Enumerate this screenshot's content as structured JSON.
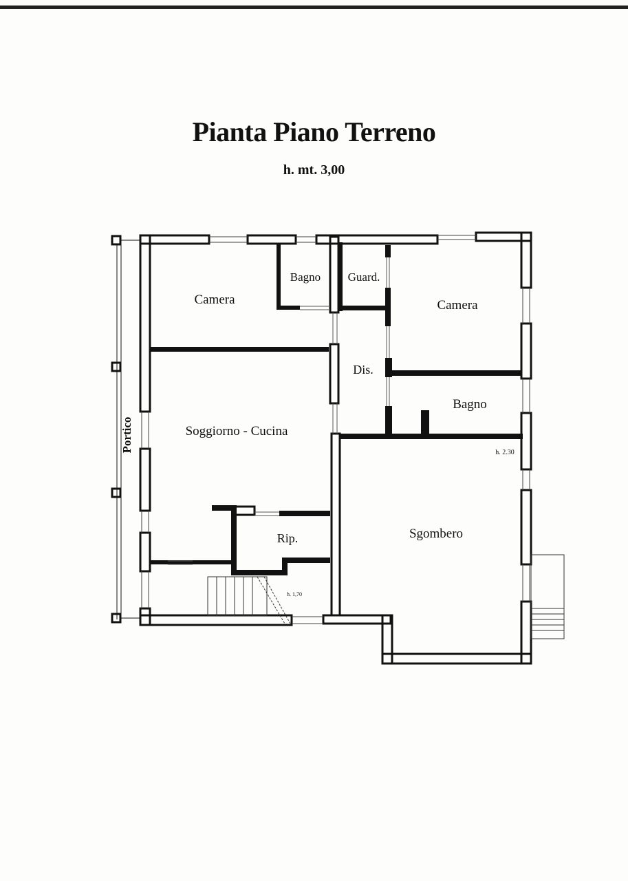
{
  "title": "Pianta Piano Terreno",
  "subtitle": "h. mt. 3,00",
  "rooms": {
    "camera_left": "Camera",
    "bagno_top": "Bagno",
    "guardaroba": "Guard.",
    "camera_right": "Camera",
    "disimpegno": "Dis.",
    "bagno_right": "Bagno",
    "soggiorno_cucina": "Soggiorno - Cucina",
    "ripostiglio": "Rip.",
    "sgombero": "Sgombero",
    "portico": "Portico"
  },
  "heights": {
    "sgombero": "h. 2.30",
    "stair_area": "h. 1,70"
  },
  "colors": {
    "ink": "#111111",
    "paper": "#fdfdfb"
  }
}
